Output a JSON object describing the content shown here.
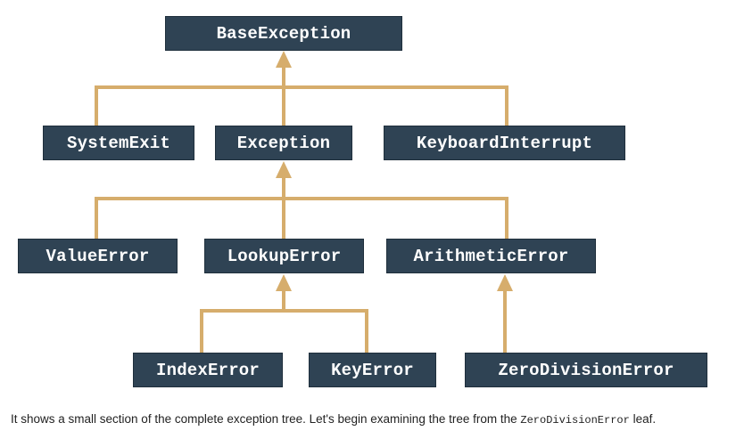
{
  "colors": {
    "node_background": "#2f4354",
    "node_text": "#ffffff",
    "connector": "#d6ad6c",
    "caption_text": "#222222"
  },
  "nodes": {
    "base_exception": "BaseException",
    "system_exit": "SystemExit",
    "exception": "Exception",
    "keyboard_interrupt": "KeyboardInterrupt",
    "value_error": "ValueError",
    "lookup_error": "LookupError",
    "arithmetic_error": "ArithmeticError",
    "index_error": "IndexError",
    "key_error": "KeyError",
    "zero_division_error": "ZeroDivisionError"
  },
  "caption": {
    "before_code": "It shows a small section of the complete exception tree. Let's begin examining the tree from the ",
    "code": "ZeroDivisionError",
    "after_code": " leaf."
  }
}
